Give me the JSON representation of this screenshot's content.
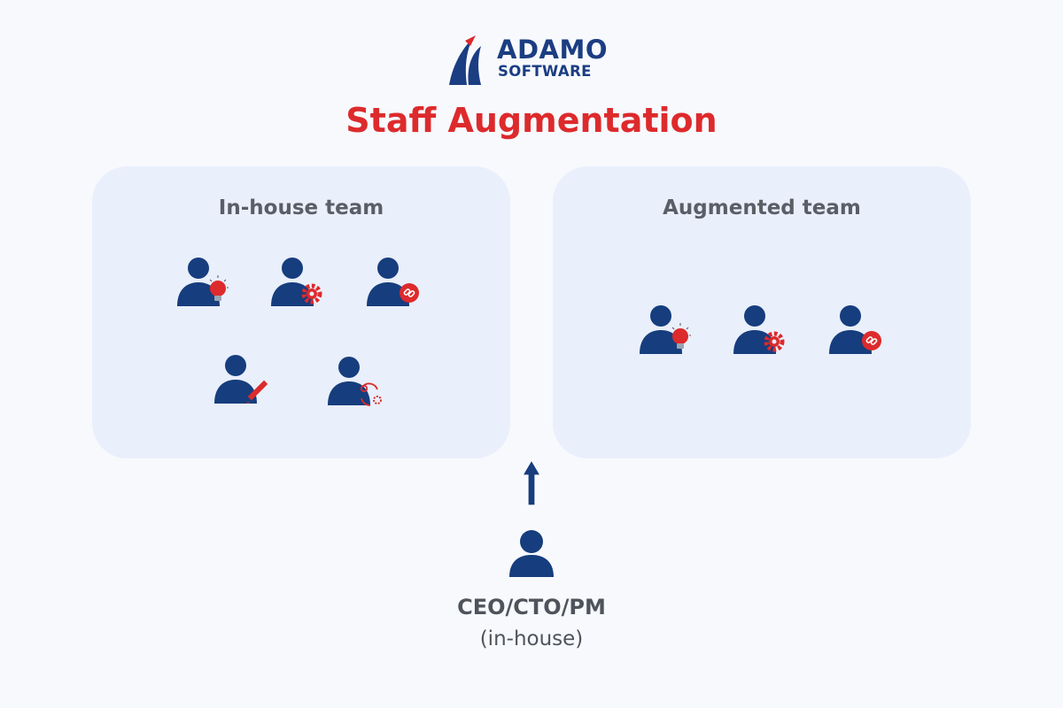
{
  "logo": {
    "word1": "ADAMO",
    "word2": "SOFTWARE"
  },
  "title": "Staff Augmentation",
  "panels": {
    "inhouse": {
      "title": "In-house team"
    },
    "augmented": {
      "title": "Augmented team"
    }
  },
  "ceo": {
    "label": "CEO/CTO/PM",
    "sublabel": "(in-house)"
  },
  "colors": {
    "navy": "#163d7d",
    "red": "#dd2a2c",
    "panel_bg": "#e9effb",
    "text_gray": "#595e67"
  },
  "icons": {
    "roles": [
      "lightbulb-icon",
      "gear-icon",
      "link-icon",
      "pencil-icon",
      "cycle-gears-icon"
    ]
  }
}
